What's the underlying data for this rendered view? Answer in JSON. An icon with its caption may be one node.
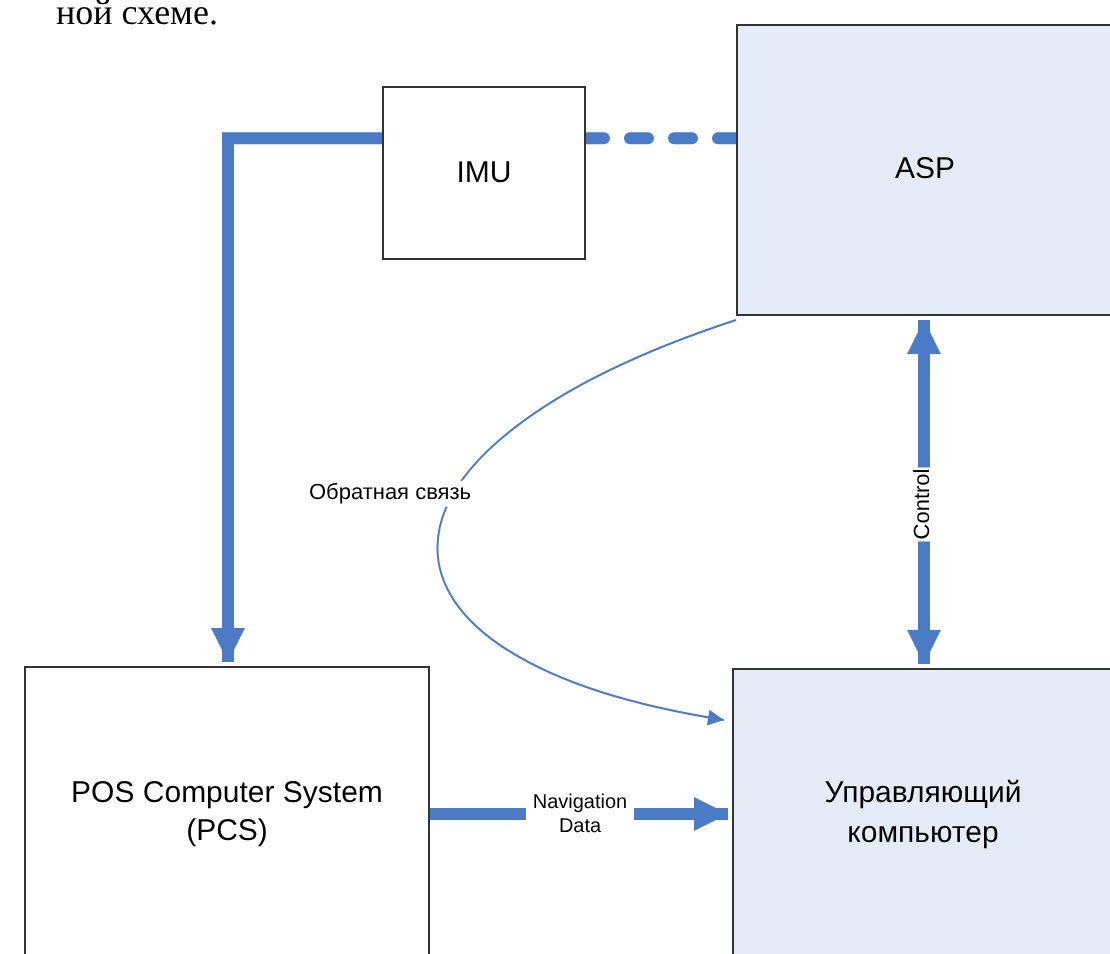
{
  "diagram": {
    "nodes": [
      {
        "text": [
          "IMU"
        ]
      },
      {
        "text": [
          "ASP"
        ]
      },
      {
        "text": [
          "POS Computer System (PCS)"
        ]
      },
      {
        "text": [
          "Управляющий компьютер"
        ]
      }
    ],
    "edges": [
      {
        "from": 0,
        "to": 2,
        "arrow": "to"
      },
      {
        "from": 0,
        "to": 1,
        "arrow": "none",
        "style": "dashed"
      },
      {
        "from": 1,
        "to": 3,
        "arrow": "to",
        "label": "Обратная связь"
      },
      {
        "from": 1,
        "to": 3,
        "arrow": "both",
        "label": "Control"
      },
      {
        "from": 2,
        "to": 3,
        "arrow": "to",
        "label": "Navigation Data"
      }
    ],
    "labels": [
      "ной схеме."
    ]
  }
}
